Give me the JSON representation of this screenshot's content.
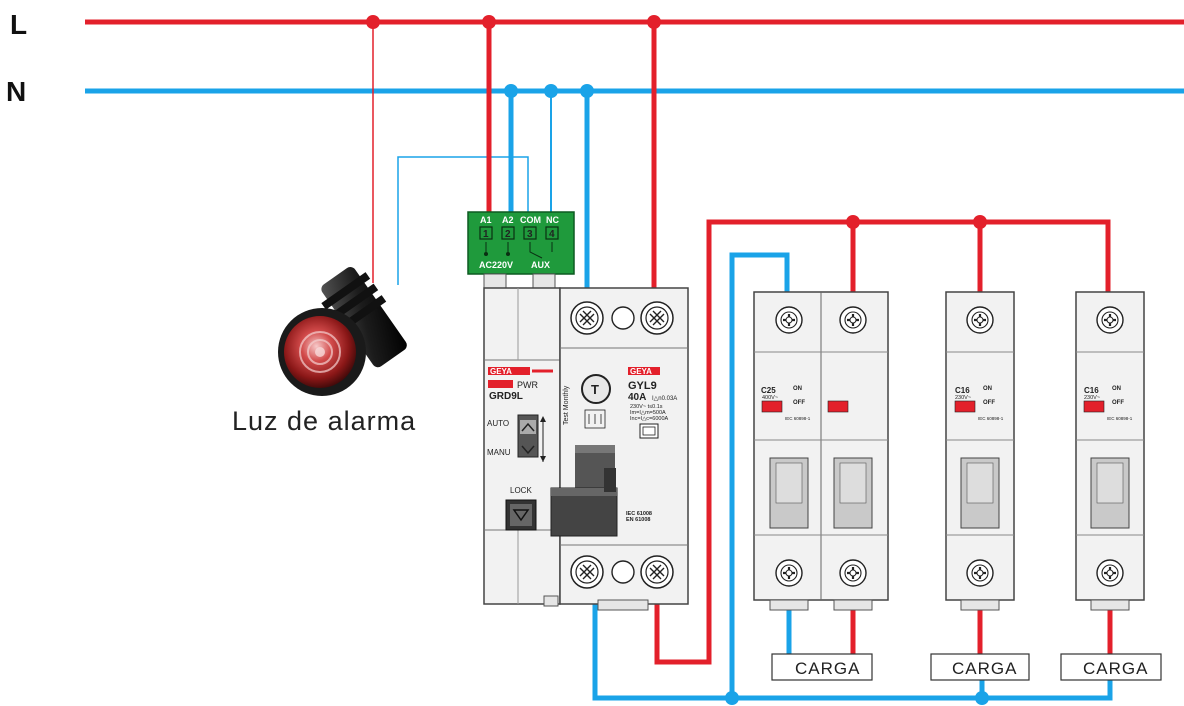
{
  "buses": {
    "line": "L",
    "neutral": "N"
  },
  "colors": {
    "line": "#e3202b",
    "neutral": "#1aa3e8",
    "relay": "#1f9a3c",
    "device": "#f2f2f2",
    "brand": "#e3202b"
  },
  "alarm": {
    "label": "Luz de alarma"
  },
  "relay_module": {
    "terminals": [
      "A1",
      "A2",
      "COM",
      "NC"
    ],
    "numbers": [
      "1",
      "2",
      "3",
      "4"
    ],
    "left_caption": "AC220V",
    "right_caption": "AUX"
  },
  "recloser": {
    "brand": "GEYA",
    "pwr": "PWR",
    "model": "GRD9L",
    "auto": "AUTO",
    "manu": "MANU",
    "lock": "LOCK",
    "test": "T",
    "test_monthly": "Test Monthly"
  },
  "rcbo": {
    "brand": "GEYA",
    "model": "GYL9",
    "rating": "40A",
    "sensitivity": "I△n0.03A",
    "spec1": "230V~ t≤0.1s",
    "spec2": "Im=I△m=500A",
    "spec3": "Inc=I△c=6000A",
    "standard1": "IEC 61008",
    "standard2": "EN 61008"
  },
  "breakers": [
    {
      "rating": "C25",
      "voltage": "400V~",
      "on": "ON",
      "off": "OFF",
      "standard": "IEC 60898-1"
    },
    {
      "rating": "C16",
      "voltage": "230V~",
      "on": "ON",
      "off": "OFF",
      "standard": "IEC 60898-1"
    },
    {
      "rating": "C16",
      "voltage": "230V~",
      "on": "ON",
      "off": "OFF",
      "standard": "IEC 60898-1"
    }
  ],
  "loads": [
    "CARGA",
    "CARGA",
    "CARGA"
  ]
}
